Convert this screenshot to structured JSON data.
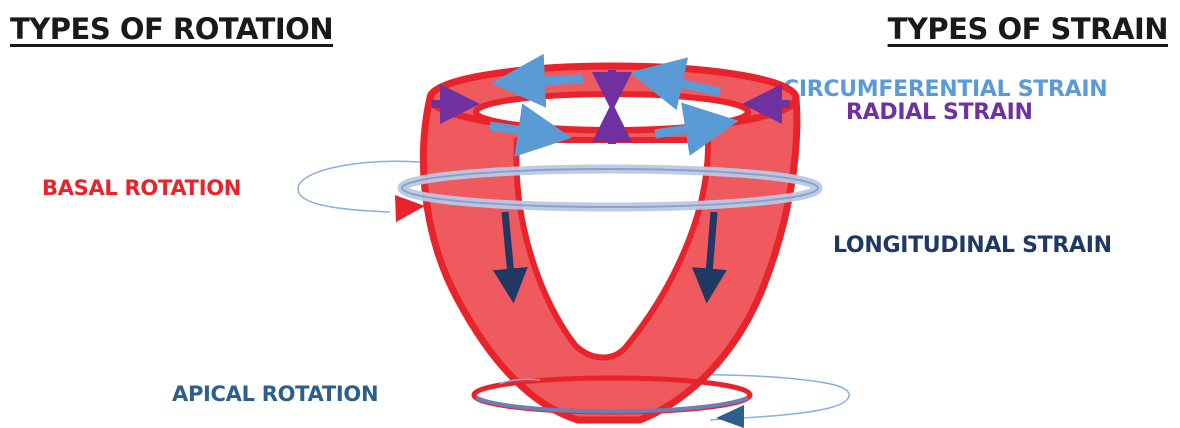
{
  "headings": {
    "rotation": "TYPES OF ROTATION",
    "strain": "TYPES OF STRAIN"
  },
  "labels": {
    "circumferential": "CIRCUMFERENTIAL STRAIN",
    "radial": "RADIAL STRAIN",
    "longitudinal": "LONGITUDINAL STRAIN",
    "basal": "BASAL ROTATION",
    "apical": "APICAL ROTATION"
  },
  "colors": {
    "heart_fill": "#ee5a5d",
    "heart_stroke": "#e8232b",
    "circumferential": "#5b9bd5",
    "radial": "#7030a0",
    "longitudinal": "#1f3864",
    "basal": "#e8232b",
    "apical": "#2e5f8a"
  }
}
